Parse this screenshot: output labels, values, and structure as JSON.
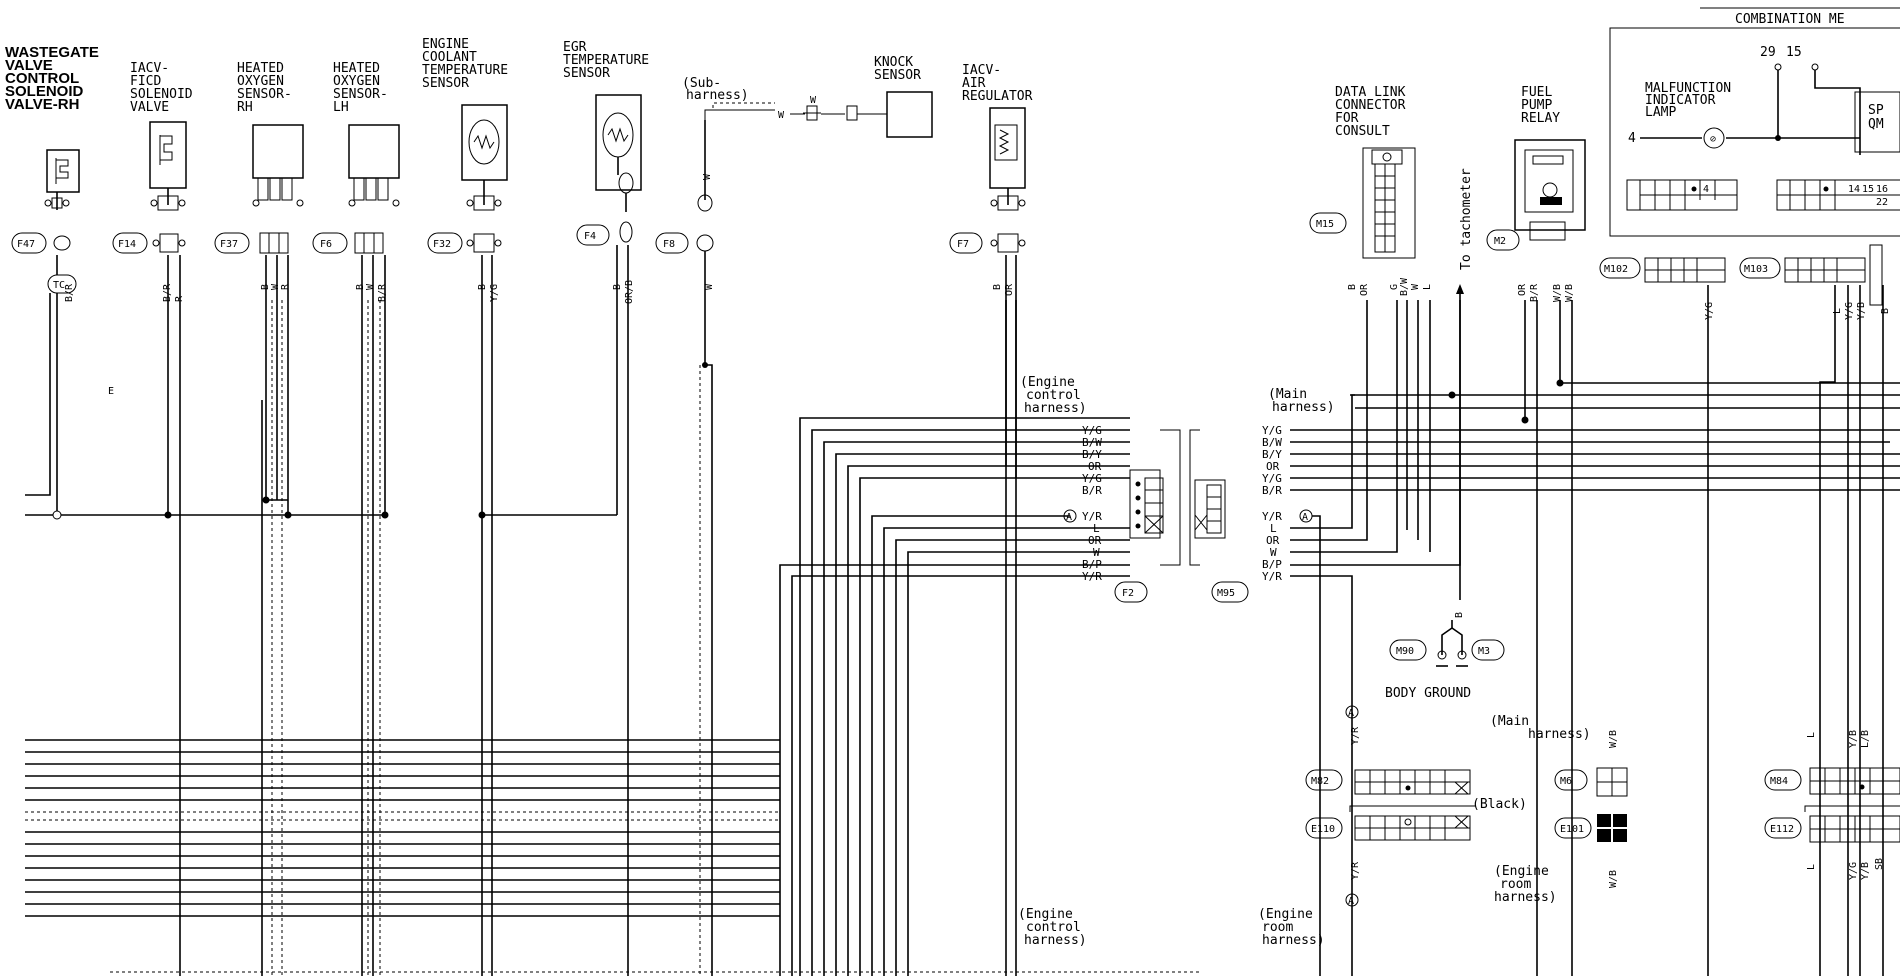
{
  "header": {
    "title": "COMBINATION ME"
  },
  "components": {
    "wastegate": [
      "WASTEGATE",
      "VALVE",
      "CONTROL",
      "SOLENOID",
      "VALVE-RH"
    ],
    "iacv_ficd": [
      "IACV-",
      "FICD",
      "SOLENOID",
      "VALVE"
    ],
    "ho2s_rh": [
      "HEATED",
      "OXYGEN",
      "SENSOR-",
      "RH"
    ],
    "ho2s_lh": [
      "HEATED",
      "OXYGEN",
      "SENSOR-",
      "LH"
    ],
    "ect": [
      "ENGINE",
      "COOLANT",
      "TEMPERATURE",
      "SENSOR"
    ],
    "egr": [
      "EGR",
      "TEMPERATURE",
      "SENSOR"
    ],
    "sub_harness": [
      "(Sub-",
      "harness)"
    ],
    "knock": [
      "KNOCK",
      "SENSOR"
    ],
    "iacv_air": [
      "IACV-",
      "AIR",
      "REGULATOR"
    ],
    "dlc": [
      "DATA LINK",
      "CONNECTOR",
      "FOR",
      "CONSULT"
    ],
    "to_tach": "To tachometer",
    "fuel_pump": [
      "FUEL",
      "PUMP",
      "RELAY"
    ],
    "mil": [
      "MALFUNCTION",
      "INDICATOR",
      "LAMP"
    ],
    "sp": [
      "SP",
      "QM"
    ],
    "body_ground": "BODY GROUND"
  },
  "connectors": {
    "F47": "F47",
    "F14": "F14",
    "F37": "F37",
    "F6": "F6",
    "F32": "F32",
    "F4": "F4",
    "F8": "F8",
    "F7": "F7",
    "TC": "TC",
    "M15": "M15",
    "M2": "M2",
    "M102": "M102",
    "M103": "M103",
    "F2": "F2",
    "M95": "M95",
    "M90": "M90",
    "M3": "M3",
    "M82": "M82",
    "M6": "M6",
    "M84": "M84",
    "E110": "E110",
    "E101": "E101",
    "E112": "E112"
  },
  "pins": {
    "p29": "29",
    "p15": "15",
    "p4": "4",
    "c4": "4",
    "c14": "14",
    "c15": "15",
    "c16": "16",
    "c22": "22"
  },
  "wire_colors": {
    "f47": "B/R",
    "f14a": "B/R",
    "f14b": "R",
    "f37a": "B",
    "f37b": "W",
    "f37c": "R",
    "f6a": "B",
    "f6b": "W",
    "f6c": "B/R",
    "f32a": "B",
    "f32b": "Y/G",
    "f4a": "B",
    "f4b": "OR/B",
    "f8a": "W",
    "knock_w": "W",
    "sub_w": "W",
    "f7a": "B",
    "f7b": "OR",
    "m15a": "B",
    "m15b": "OR",
    "m15c": "G",
    "m15d": "B/W",
    "m15e": "W",
    "m15f": "L",
    "m2a": "OR",
    "m2b": "B/R",
    "m2c": "W/B",
    "m2d": "W/B",
    "m102": "Y/G",
    "m103a": "L",
    "m103b": "Y/G",
    "m103c": "Y/B",
    "m103d": "B",
    "gnd": "B",
    "m82": "Y/R",
    "e110": "Y/R",
    "m6": "W/B",
    "e101": "W/B",
    "m84a": "L",
    "m84b": "Y/B",
    "m84c": "L/B",
    "e112a": "L",
    "e112b": "Y/G",
    "e112c": "Y/B",
    "e112d": "SB"
  },
  "harness_labels": {
    "engine_control": [
      "(Engine",
      "control",
      "harness)"
    ],
    "main": [
      "(Main",
      "harness)"
    ],
    "main2": [
      "(Main",
      "harness)"
    ],
    "black": "(Black)",
    "engine_room": [
      "(Engine",
      "room",
      "harness)"
    ],
    "engine_control2": [
      "(Engine",
      "control",
      "harness)"
    ],
    "engine_room2": [
      "(Engine",
      "room",
      "harness)"
    ]
  },
  "f2_pins": {
    "left": [
      "Y/G",
      "B/W",
      "B/Y",
      "OR",
      "Y/G",
      "B/R",
      "Y/R",
      "L",
      "OR",
      "W",
      "B/P",
      "Y/R"
    ],
    "right": [
      "Y/G",
      "B/W",
      "B/Y",
      "OR",
      "Y/G",
      "B/R",
      "Y/R",
      "L",
      "OR",
      "W",
      "B/P",
      "Y/R"
    ]
  },
  "marks": {
    "A": "A",
    "E": "E"
  }
}
